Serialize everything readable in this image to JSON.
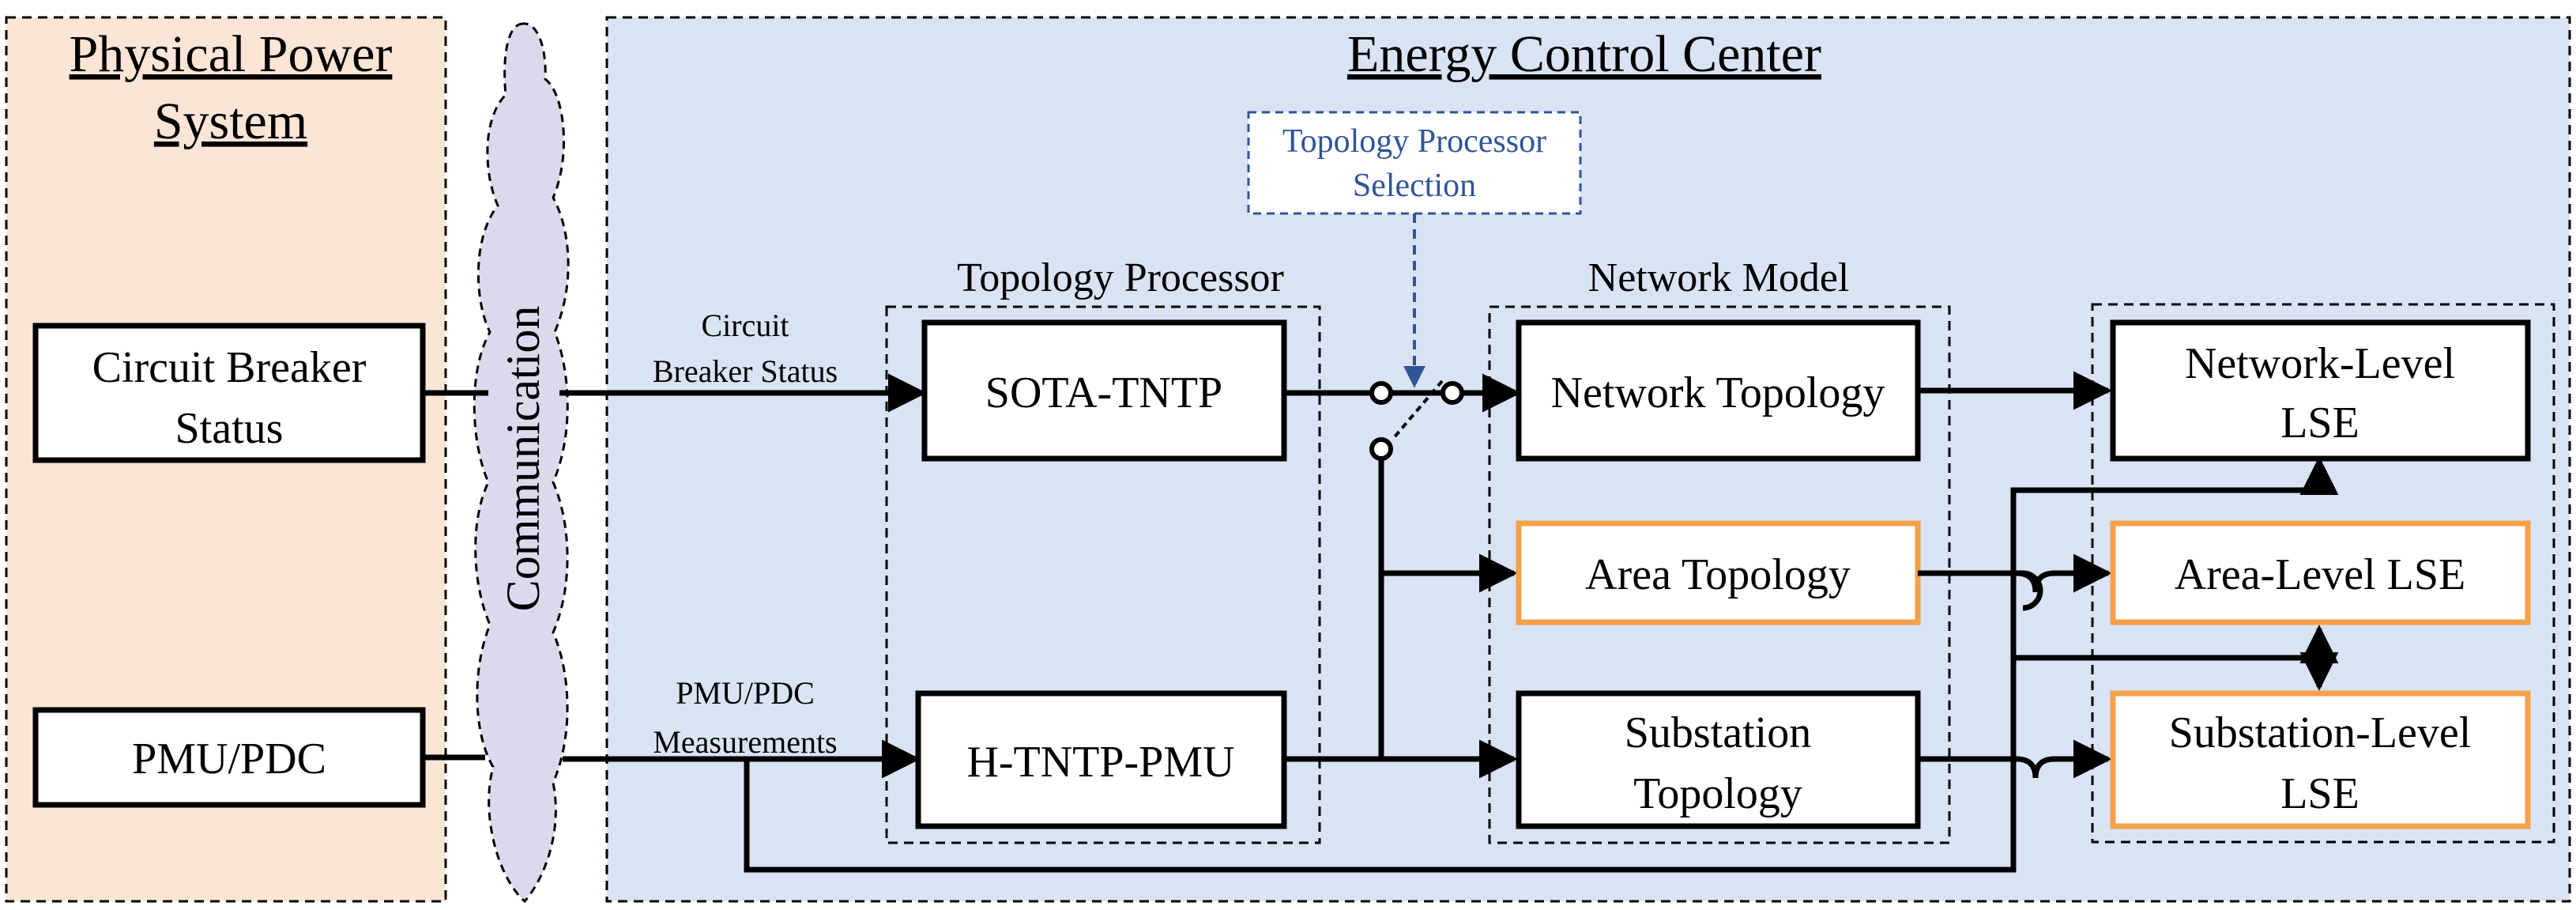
{
  "physical": {
    "title_line1": "Physical Power",
    "title_line2": "System",
    "cb_status_line1": "Circuit Breaker",
    "cb_status_line2": "Status",
    "pmu_pdc": "PMU/PDC"
  },
  "communication": "Communication",
  "ecc": {
    "title": "Energy Control Center",
    "tp_selection_line1": "Topology Processor",
    "tp_selection_line2": "Selection",
    "topology_processor": "Topology Processor",
    "network_model": "Network Model",
    "cb_label_line1": "Circuit",
    "cb_label_line2": "Breaker Status",
    "pmu_label_line1": "PMU/PDC",
    "pmu_label_line2": "Measurements",
    "sota": "SOTA-TNTP",
    "htntp": "H-TNTP-PMU",
    "network_topology": "Network Topology",
    "area_topology": "Area Topology",
    "substation_topology_line1": "Substation",
    "substation_topology_line2": "Topology",
    "network_lse_line1": "Network-Level",
    "network_lse_line2": "LSE",
    "area_lse": "Area-Level LSE",
    "substation_lse_line1": "Substation-Level",
    "substation_lse_line2": "LSE"
  },
  "colors": {
    "physical_bg": "#fbe5d6",
    "ecc_bg": "#dae3f3",
    "cloud_fill": "#ddd9ec",
    "orange": "#f4a14a",
    "blue_text": "#2f5597"
  }
}
